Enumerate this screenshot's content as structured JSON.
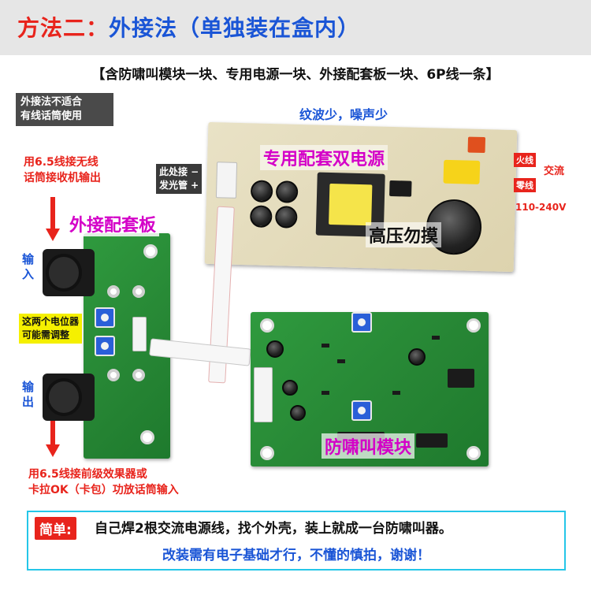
{
  "header": {
    "title_prefix": "方法二：",
    "title_main": "外接法（单独装在盒内）"
  },
  "contents_line": "【含防啸叫模块一块、专用电源一块、外接配套板一块、6P线一条】",
  "left_notes": {
    "not_suitable": [
      "外接法不适合",
      "有线话筒使用"
    ],
    "input_instruction": [
      "用6.5线接无线",
      "话筒接收机输出"
    ],
    "input_label": [
      "输",
      "入"
    ],
    "pots_note": [
      "这两个电位器",
      "可能需调整"
    ],
    "output_label": [
      "输",
      "出"
    ],
    "output_instruction": [
      "用6.5线接前级效果器或",
      "卡拉OK（卡包）功放话筒输入"
    ]
  },
  "boards": {
    "adapter_board_label": "外接配套板",
    "power_supply_label": "专用配套双电源",
    "high_voltage_warning": "高压勿摸",
    "anti_howl_module_label": "防啸叫模块"
  },
  "power_notes": {
    "ripple": "纹波少，噪声少",
    "led_note": [
      "此处接 −",
      "发光管 +"
    ],
    "live_wire": "火线",
    "neutral_wire": "零线",
    "ac_label": "交流",
    "voltage_range": "110-240V"
  },
  "footer": {
    "simple_badge": "简单:",
    "simple_text": "自己焊2根交流电源线，找个外壳，装上就成一台防啸叫器。",
    "note_text": "改装需有电子基础才行，不懂的慎拍，谢谢！"
  },
  "colors": {
    "red": "#e8241c",
    "blue": "#1a55d6",
    "magenta": "#d400c8",
    "pcb_green": "#2f9a3e",
    "border_cyan": "#25c6e8"
  }
}
